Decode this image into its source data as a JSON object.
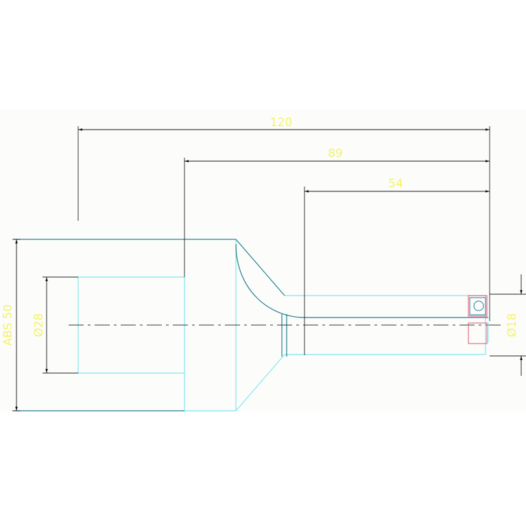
{
  "colors": {
    "background": "#ffffff",
    "sheet": "#fcfdfb",
    "dimension_line": "#222222",
    "dimension_text": "#f3f36a",
    "outline_cyan": "#7fe6ec",
    "outline_teal": "#1f7f8c",
    "centerline": "#333333",
    "marker_red": "#e0506a",
    "marker_blue": "#2a6fb0"
  },
  "dimensions": {
    "overall_length": "120",
    "shoulder_length": "89",
    "shank_length": "54",
    "overall_diameter": "ABS 50",
    "bore_diameter": "Ø28",
    "shank_diameter": "Ø18"
  }
}
